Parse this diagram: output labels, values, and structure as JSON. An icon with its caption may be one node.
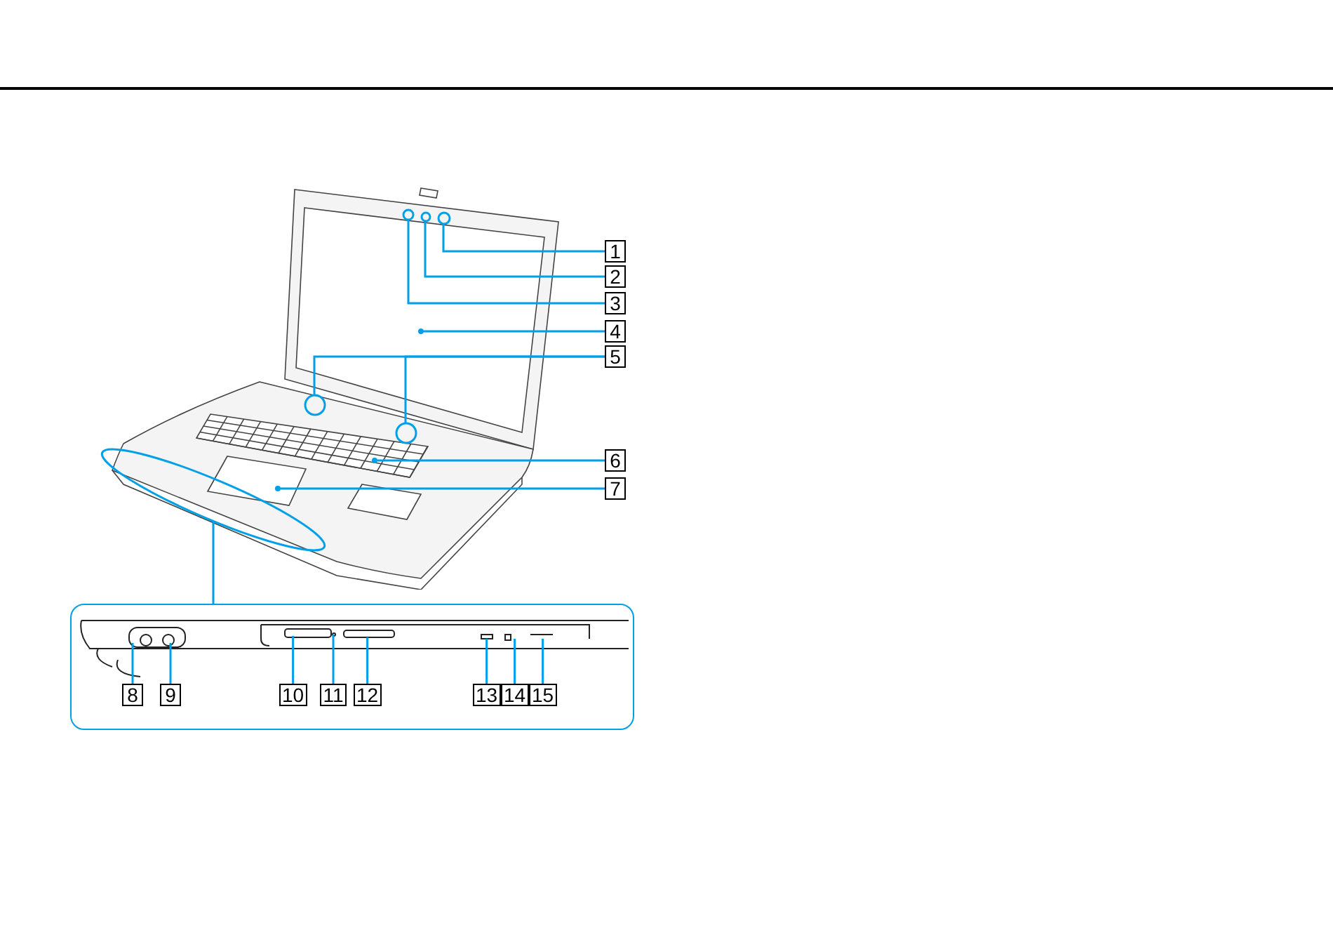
{
  "diagram": {
    "nodes": [
      {
        "text": [
          "1"
        ]
      },
      {
        "text": [
          "2"
        ]
      },
      {
        "text": [
          "3"
        ]
      },
      {
        "text": [
          "4"
        ]
      },
      {
        "text": [
          "5"
        ]
      },
      {
        "text": [
          "6"
        ]
      },
      {
        "text": [
          "7"
        ]
      },
      {
        "text": [],
        "shape": "ellipse"
      },
      {
        "text": [],
        "shape": "box"
      },
      {
        "text": [
          "8"
        ],
        "in": 8
      },
      {
        "text": [
          "9"
        ],
        "in": 8
      },
      {
        "text": [
          "10"
        ],
        "in": 8
      },
      {
        "text": [
          "11"
        ],
        "in": 8
      },
      {
        "text": [
          "12"
        ],
        "in": 8
      },
      {
        "text": [
          "13"
        ],
        "in": 8
      },
      {
        "text": [
          "14"
        ],
        "in": 8
      },
      {
        "text": [
          "15"
        ],
        "in": 8
      },
      {
        "text": [],
        "shape": "circle"
      },
      {
        "text": [],
        "shape": "circle"
      },
      {
        "text": [],
        "shape": "circle"
      },
      {
        "text": [],
        "shape": "dot"
      },
      {
        "text": [],
        "shape": "circle"
      },
      {
        "text": [],
        "shape": "circle"
      },
      {
        "text": [],
        "shape": "dot"
      },
      {
        "text": [],
        "shape": "dot"
      }
    ],
    "edges": [
      {
        "from": 0,
        "to": 17,
        "arrow": "none"
      },
      {
        "from": 1,
        "to": 18,
        "arrow": "none"
      },
      {
        "from": 2,
        "to": 19,
        "arrow": "none"
      },
      {
        "from": 3,
        "to": 20,
        "arrow": "none"
      },
      {
        "from": 4,
        "to": 21,
        "arrow": "none"
      },
      {
        "from": 4,
        "to": 22,
        "arrow": "none"
      },
      {
        "from": 5,
        "to": 23,
        "arrow": "none"
      },
      {
        "from": 6,
        "to": 24,
        "arrow": "none"
      },
      {
        "from": 7,
        "to": 8,
        "arrow": "none"
      },
      {
        "from": 9,
        "to": null,
        "arrow": "none"
      },
      {
        "from": 10,
        "to": null,
        "arrow": "none"
      },
      {
        "from": 11,
        "to": null,
        "arrow": "none"
      },
      {
        "from": 12,
        "to": null,
        "arrow": "none"
      },
      {
        "from": 13,
        "to": null,
        "arrow": "none"
      },
      {
        "from": 14,
        "to": null,
        "arrow": "none"
      },
      {
        "from": 15,
        "to": null,
        "arrow": "none"
      },
      {
        "from": 16,
        "to": null,
        "arrow": "none"
      }
    ]
  }
}
